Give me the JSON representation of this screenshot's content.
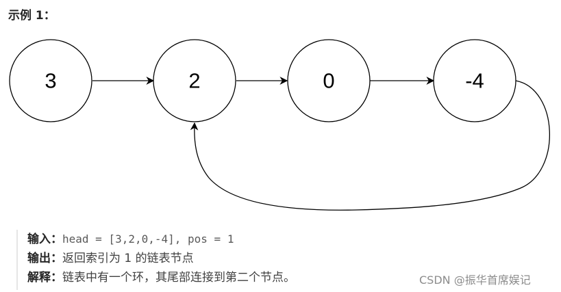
{
  "example": {
    "title": "示例 1："
  },
  "diagram": {
    "nodes": [
      "3",
      "2",
      "0",
      "-4"
    ],
    "edges": [
      {
        "from": 0,
        "to": 1
      },
      {
        "from": 1,
        "to": 2
      },
      {
        "from": 2,
        "to": 3
      },
      {
        "from": 3,
        "to": 1,
        "kind": "cycle"
      }
    ]
  },
  "io": {
    "input_label": "输入：",
    "input_value": "head = [3,2,0,-4], pos = 1",
    "output_label": "输出：",
    "output_value": "返回索引为 1 的链表节点",
    "explain_label": "解释：",
    "explain_value": "链表中有一个环，其尾部连接到第二个节点。"
  },
  "watermark": "CSDN @振华首席娱记"
}
